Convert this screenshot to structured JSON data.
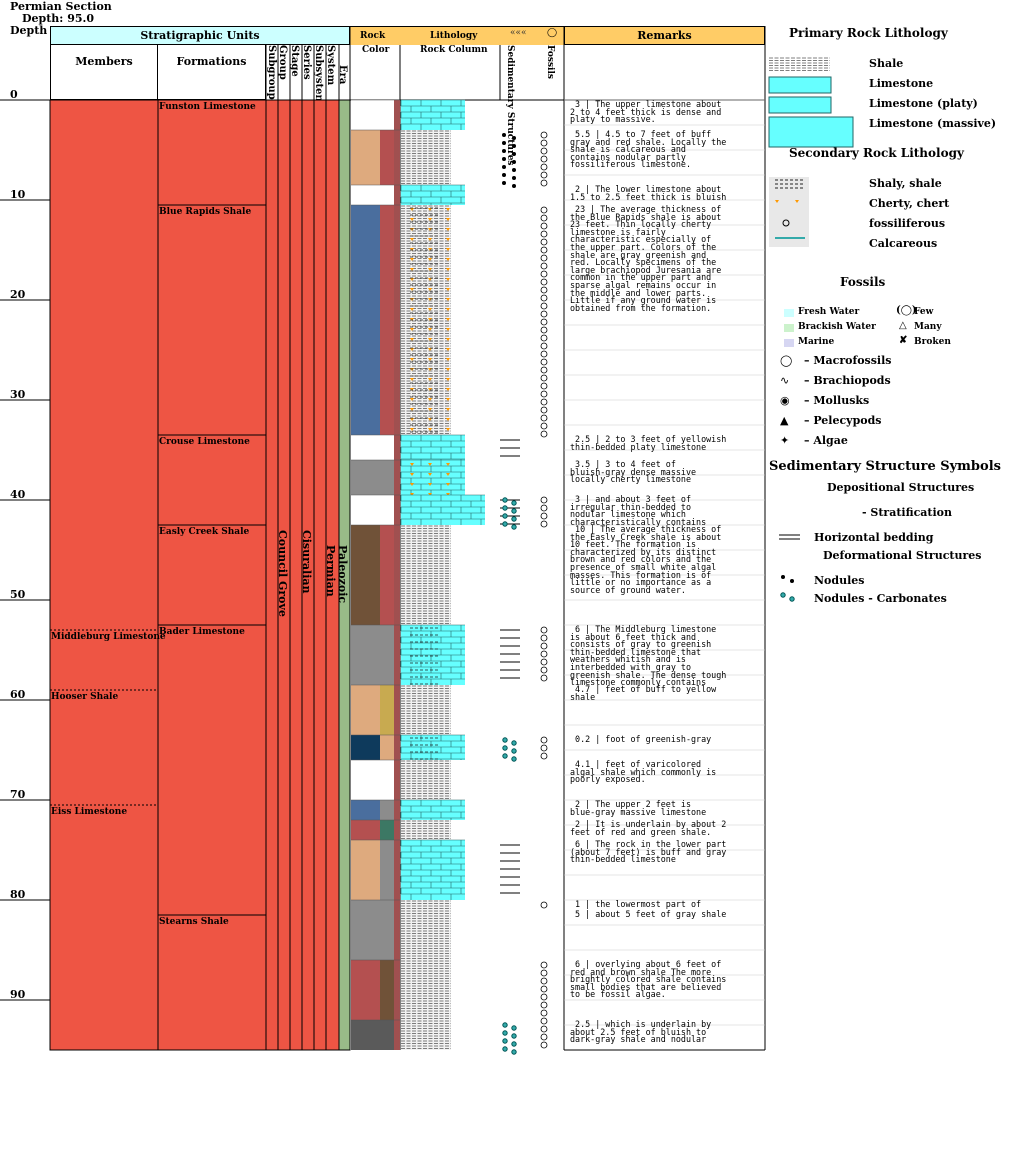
{
  "title": "Permian Section",
  "depth_label": "Depth: 95.0",
  "depth_header": "Depth",
  "headers": {
    "strat_units": "Stratigraphic Units",
    "members": "Members",
    "formations": "Formations",
    "rock": "Rock",
    "color": "Color",
    "lithology": "Lithology",
    "rock_column": "Rock Column",
    "sed_structures": "Sedimentary Structures",
    "fossils": "Fossils",
    "remarks": "Remarks",
    "vertical": [
      "Subgroup",
      "Group",
      "Stage",
      "Series",
      "Subsystem",
      "System",
      "Era"
    ]
  },
  "depth_ticks": [
    "0",
    "10",
    "20",
    "30",
    "40",
    "50",
    "60",
    "70",
    "80",
    "90"
  ],
  "units": {
    "group": "Council Grove",
    "series": "Cisuralian",
    "system": "Permian",
    "era": "Paleozoic"
  },
  "members": [
    {
      "name": "Middleburg Limestone",
      "top": 53,
      "bottom": 59
    },
    {
      "name": "Hooser Shale",
      "top": 59,
      "bottom": 71
    },
    {
      "name": "Eiss Limestone",
      "top": 70.5,
      "bottom": 95
    }
  ],
  "formations": [
    {
      "name": "Funston Limestone",
      "top": 0,
      "bottom": 10.5
    },
    {
      "name": "Blue Rapids Shale",
      "top": 10.5,
      "bottom": 33.5
    },
    {
      "name": "Crouse Limestone",
      "top": 33.5,
      "bottom": 42.5
    },
    {
      "name": "Easly Creek Shale",
      "top": 42.5,
      "bottom": 52.5
    },
    {
      "name": "Bader Limestone",
      "top": 52.5,
      "bottom": 81.5
    },
    {
      "name": "Stearns Shale",
      "top": 81.5,
      "bottom": 95
    }
  ],
  "beds": [
    {
      "top": 0,
      "bottom": 3,
      "color": "#ffffff",
      "color2": "#ffffff",
      "lith": "limestone-platy"
    },
    {
      "top": 3,
      "bottom": 8.5,
      "color": "#deaa7e",
      "color2": "#b45050",
      "lith": "shale"
    },
    {
      "top": 8.5,
      "bottom": 10.5,
      "color": "#ffffff",
      "color2": "#ffffff",
      "lith": "limestone"
    },
    {
      "top": 10.5,
      "bottom": 33.5,
      "color": "#4a6e9e",
      "color2": "#b45050",
      "lith": "shale-cherty"
    },
    {
      "top": 33.5,
      "bottom": 36,
      "color": "#ffffff",
      "color2": "#ffffff",
      "lith": "limestone-platy"
    },
    {
      "top": 36,
      "bottom": 39.5,
      "color": "#8c8c8c",
      "color2": "#8c8c8c",
      "lith": "limestone-cherty"
    },
    {
      "top": 39.5,
      "bottom": 42.5,
      "color": "#ffffff",
      "color2": "#ffffff",
      "lith": "limestone-massive"
    },
    {
      "top": 42.5,
      "bottom": 52.5,
      "color": "#705238",
      "color2": "#b45050",
      "lith": "shale"
    },
    {
      "top": 52.5,
      "bottom": 58.5,
      "color": "#8c8c8c",
      "color2": "#8c8c8c",
      "lith": "limestone-shaly"
    },
    {
      "top": 58.5,
      "bottom": 63.5,
      "color": "#deaa7e",
      "color2": "#c8aa50",
      "lith": "shale"
    },
    {
      "top": 63.5,
      "bottom": 66,
      "color": "#0e3a5c",
      "color2": "#deaa7e",
      "lith": "limestone-fossil"
    },
    {
      "top": 66,
      "bottom": 70,
      "color": "#ffffff",
      "color2": "#ffffff",
      "lith": "shale"
    },
    {
      "top": 70,
      "bottom": 72,
      "color": "#4a6e9e",
      "color2": "#8c8c8c",
      "lith": "limestone"
    },
    {
      "top": 72,
      "bottom": 74,
      "color": "#b45050",
      "color2": "#3c7864",
      "lith": "shale"
    },
    {
      "top": 74,
      "bottom": 80,
      "color": "#deaa7e",
      "color2": "#8c8c8c",
      "lith": "limestone"
    },
    {
      "top": 80,
      "bottom": 86,
      "color": "#8c8c8c",
      "color2": "#8c8c8c",
      "lith": "shale"
    },
    {
      "top": 86,
      "bottom": 92,
      "color": "#b45050",
      "color2": "#705238",
      "lith": "shale"
    },
    {
      "top": 92,
      "bottom": 95,
      "color": "#5a5a5a",
      "color2": "#5a5a5a",
      "lith": "shale-calc"
    }
  ],
  "remarks": [
    {
      "depth": 0,
      "text": " 3 | The upper limestone about\n2 to 4 feet thick is dense and\nplaty to massive."
    },
    {
      "depth": 3,
      "text": " 5.5 | 4.5 to 7 feet of buff\ngray and red shale. Locally the\nshale is calcareous and\ncontains nodular partly\nfossiliferous limestone."
    },
    {
      "depth": 8.5,
      "text": " 2 | The lower limestone about\n1.5 to 2.5 feet thick is bluish"
    },
    {
      "depth": 10.5,
      "text": " 23 | The average thickness of\nthe Blue Rapids shale is about\n23 feet. Thin locally cherty\nlimestone is fairly\ncharacteristic especially of\nthe upper part. Colors of the\nshale are gray greenish and\nred. Locally specimens of the\nlarge brachiopod Juresania are\ncommon in the upper part and\nsparse algal remains occur in\nthe middle and lower parts.\nLittle if any ground water is\nobtained from the formation."
    },
    {
      "depth": 33.5,
      "text": " 2.5 | 2 to 3 feet of yellowish\nthin-bedded platy limestone"
    },
    {
      "depth": 36,
      "text": " 3.5 | 3 to 4 feet of\nbluish-gray dense massive\nlocally cherty limestone"
    },
    {
      "depth": 39.5,
      "text": " 3 | and about 3 feet of\nirregular thin-bedded to\nnodular limestone which\ncharacteristically contains"
    },
    {
      "depth": 42.5,
      "text": " 10 | The average thickness of\nthe Easly Creek shale is about\n10 feet. The formation is\ncharacterized by its distinct\nbrown and red colors and the\npresence of small white algal\nmasses. This formation is of\nlittle or no importance as a\nsource of ground water."
    },
    {
      "depth": 52.5,
      "text": " 6 | The Middleburg limestone\nis about 6 feet thick and\nconsists of gray to greenish\nthin-bedded limestone that\nweathers whitish and is\ninterbedded with gray to\ngreenish shale. The dense tough\nlimestone commonly contains"
    },
    {
      "depth": 58.5,
      "text": " 4.7 | feet of buff to yellow\nshale"
    },
    {
      "depth": 63.5,
      "text": " 0.2 | foot of greenish-gray"
    },
    {
      "depth": 66,
      "text": " 4.1 | feet of varicolored\nalgal shale which commonly is\npoorly exposed."
    },
    {
      "depth": 70,
      "text": " 2 | The upper 2 feet is\nblue-gray massive limestone"
    },
    {
      "depth": 72,
      "text": " 2 | It is underlain by about 2\nfeet of red and green shale."
    },
    {
      "depth": 74,
      "text": " 6 | The rock in the lower part\n(about 7 feet) is buff and gray\nthin-bedded limestone"
    },
    {
      "depth": 80,
      "text": " 1 | the lowermost part of"
    },
    {
      "depth": 81,
      "text": " 5 | about 5 feet of gray shale"
    },
    {
      "depth": 86,
      "text": " 6 | overlying about 6 feet of\nred and brown shale The more\nbrightly colored shale contains\nsmall bodies that are believed\nto be fossil algae."
    },
    {
      "depth": 92,
      "text": " 2.5 | which is underlain by\nabout 2.5 feet of bluish to\ndark-gray shale and nodular"
    }
  ],
  "legend": {
    "primary_title": "Primary Rock Lithology",
    "primary": [
      "Shale",
      "Limestone",
      "Limestone (platy)",
      "Limestone (massive)"
    ],
    "secondary_title": "Secondary Rock Lithology",
    "secondary": [
      "Shaly, shale",
      "Cherty, chert",
      "fossiliferous",
      "Calcareous"
    ],
    "fossils_title": "Fossils",
    "fossil_env": [
      "Fresh Water",
      "Brackish Water",
      "Marine"
    ],
    "fossil_abund": [
      "Few",
      "Many",
      "Broken"
    ],
    "fossil_types": [
      "– Macrofossils",
      "– Brachiopods",
      "– Mollusks",
      "– Pelecypods",
      "– Algae"
    ],
    "sed_title": "Sedimentary Structure Symbols",
    "depositional": "Depositional Structures",
    "stratification": "- Stratification",
    "horizontal": "Horizontal bedding",
    "deformational": "Deformational Structures",
    "nodules": "Nodules",
    "nodules_carb": "Nodules - Carbonates"
  },
  "colors": {
    "header_bg": "#ccffff",
    "lith_header_bg": "#ffcc66",
    "unit_red": "#ee5544",
    "era_green": "#99bb88",
    "limestone": "#66ffff"
  }
}
